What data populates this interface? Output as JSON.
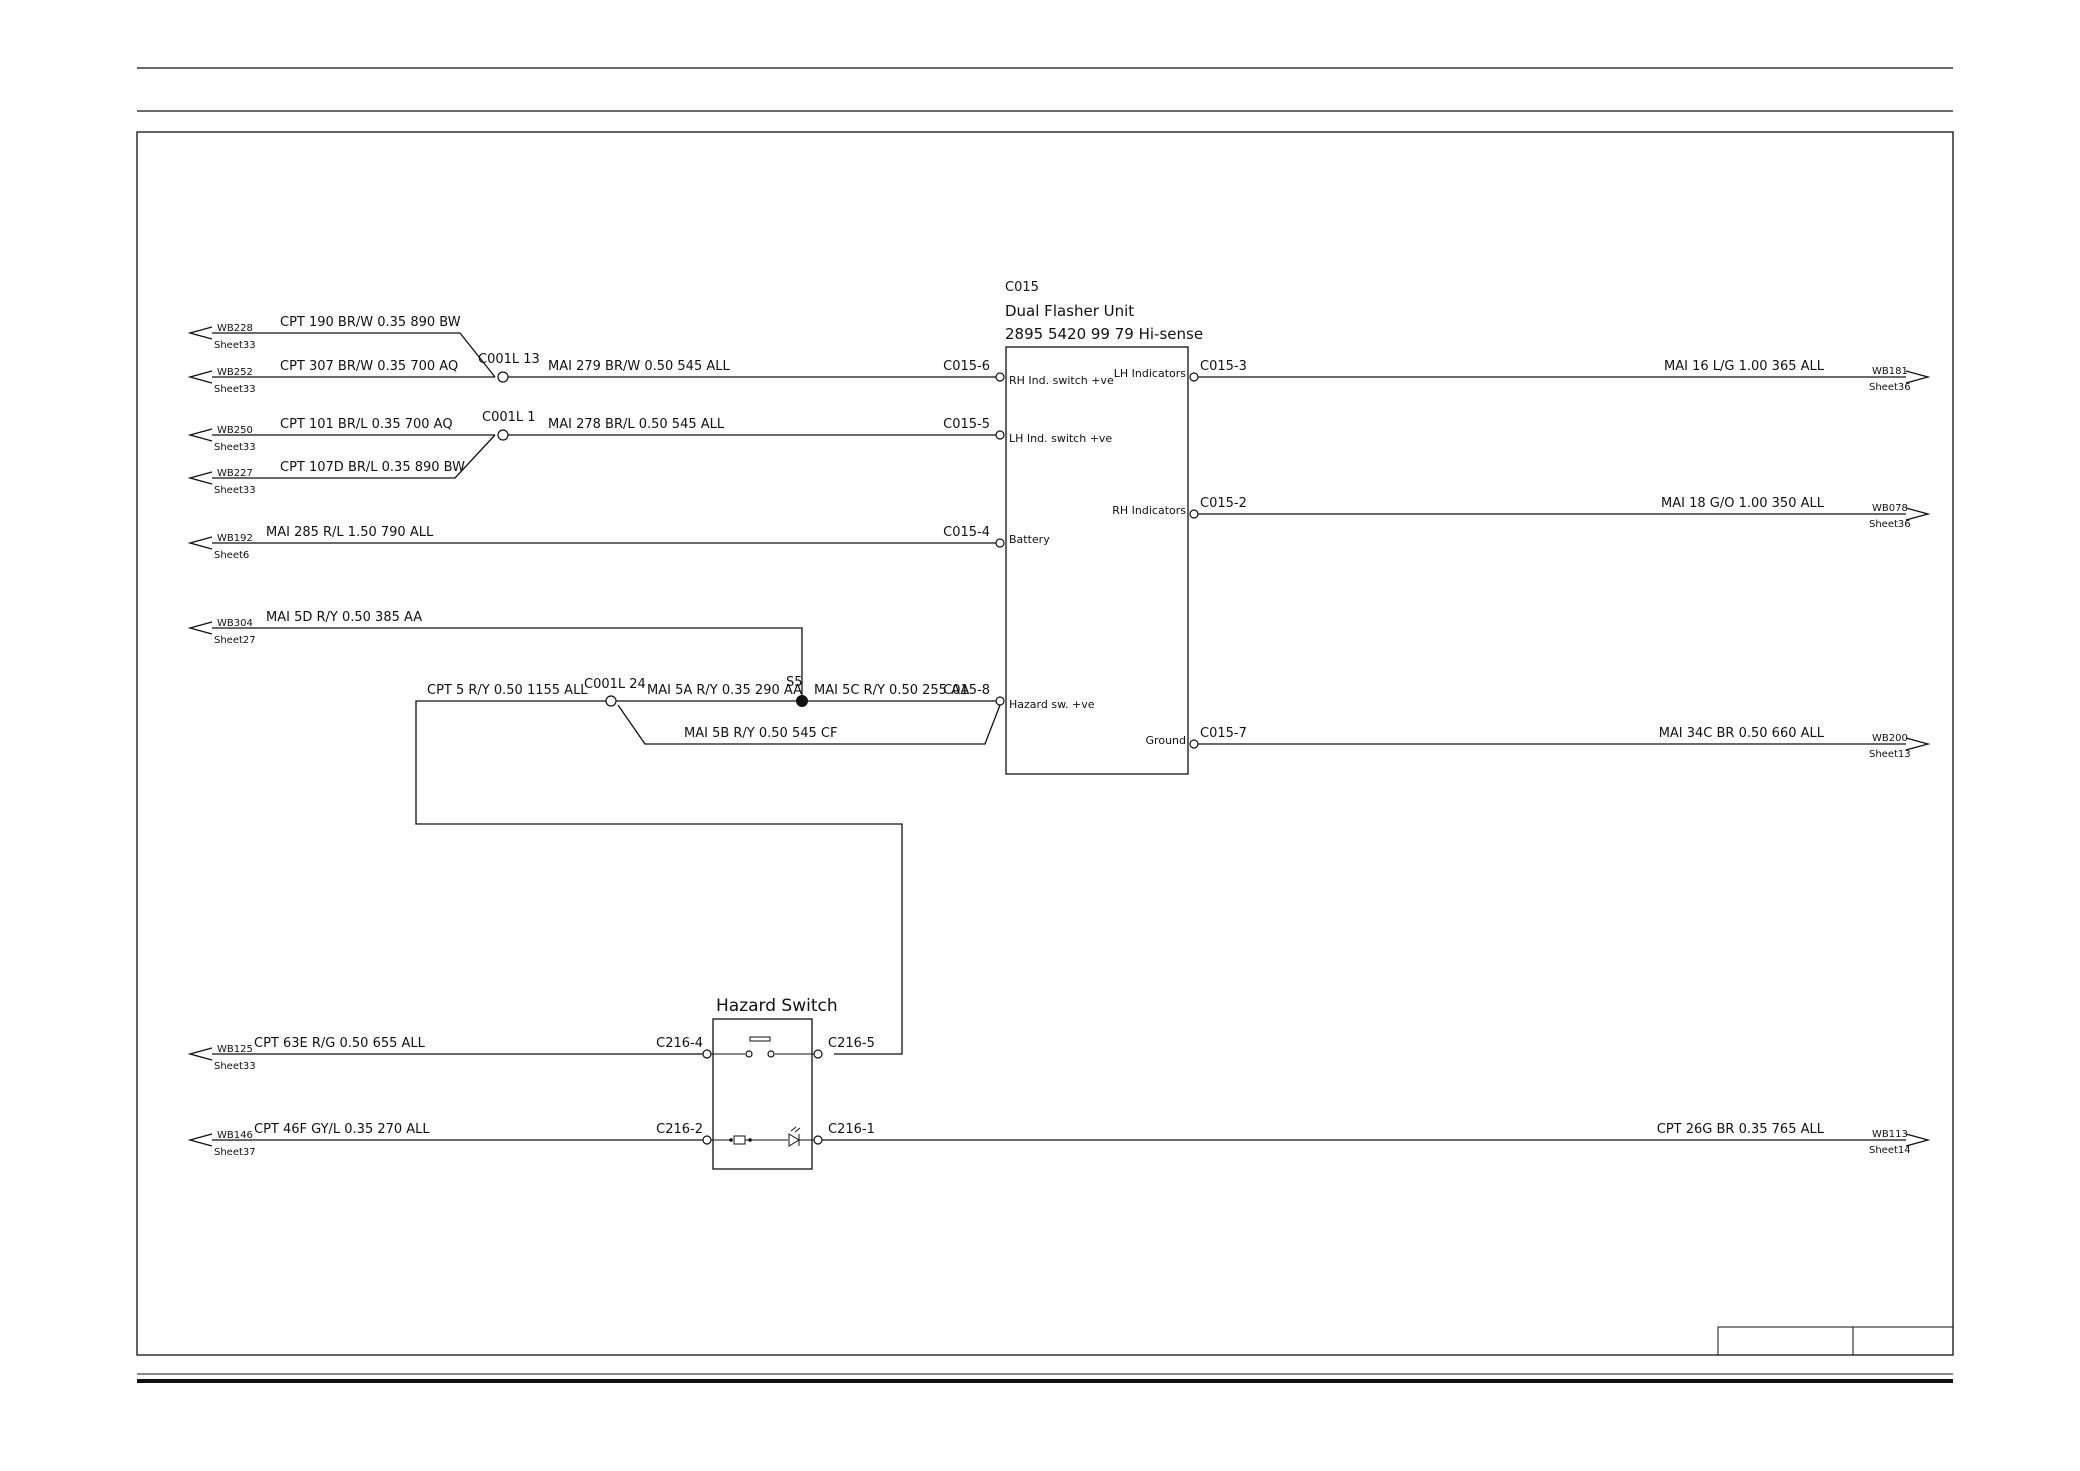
{
  "flasher": {
    "ref": "C015",
    "name": "Dual Flasher Unit",
    "part": "2895 5420 99 79 Hi-sense",
    "pins": {
      "rh_switch": "RH Ind. switch +ve",
      "lh_switch": "LH Ind. switch +ve",
      "battery": "Battery",
      "hazard": "Hazard sw. +ve",
      "lh_ind": "LH Indicators",
      "rh_ind": "RH Indicators",
      "ground": "Ground"
    },
    "conn": {
      "c6": "C015-6",
      "c5": "C015-5",
      "c4": "C015-4",
      "c8": "C015-8",
      "c3": "C015-3",
      "c2": "C015-2",
      "c7": "C015-7"
    }
  },
  "hazard_switch": {
    "title": "Hazard Switch",
    "conn": {
      "c4": "C216-4",
      "c5": "C216-5",
      "c2": "C216-2",
      "c1": "C216-1"
    }
  },
  "splices": {
    "c13": "C001L 13",
    "c1": "C001L 1",
    "c24": "C001L 24",
    "s5": "S5"
  },
  "offpage": [
    {
      "ref": "WB228",
      "sheet": "Sheet33"
    },
    {
      "ref": "WB252",
      "sheet": "Sheet33"
    },
    {
      "ref": "WB250",
      "sheet": "Sheet33"
    },
    {
      "ref": "WB227",
      "sheet": "Sheet33"
    },
    {
      "ref": "WB192",
      "sheet": "Sheet6"
    },
    {
      "ref": "WB304",
      "sheet": "Sheet27"
    },
    {
      "ref": "WB125",
      "sheet": "Sheet33"
    },
    {
      "ref": "WB146",
      "sheet": "Sheet37"
    },
    {
      "ref": "WB181",
      "sheet": "Sheet36"
    },
    {
      "ref": "WB078",
      "sheet": "Sheet36"
    },
    {
      "ref": "WB200",
      "sheet": "Sheet13"
    },
    {
      "ref": "WB113",
      "sheet": "Sheet14"
    }
  ],
  "wires": {
    "w228": "CPT 190 BR/W 0.35 890 BW",
    "w252": "CPT 307 BR/W 0.35 700 AQ",
    "w250": "CPT 101 BR/L 0.35 700 AQ",
    "w227": "CPT 107D BR/L 0.35 890 BW",
    "w192": "MAI 285 R/L 1.50 790 ALL",
    "w304": "MAI 5D R/Y 0.50 385 AA",
    "w279": "MAI  279 BR/W 0.50 545 ALL",
    "w278": "MAI 278 BR/L 0.50 545 ALL",
    "w5": "CPT  5 R/Y 0.50 1155 ALL",
    "w5a": "MAI 5A R/Y 0.35 290 AA",
    "w5c": "MAI 5C R/Y 0.50 255 AA",
    "w5b": "MAI 5B R/Y 0.50 545 CF",
    "w16": "MAI 16 L/G 1.00 365 ALL",
    "w18": "MAI 18 G/O 1.00 350 ALL",
    "w34": "MAI 34C BR 0.50 660 ALL",
    "w63": "CPT 63E R/G 0.50 655 ALL",
    "w46": "CPT 46F GY/L 0.35 270 ALL",
    "w26": "CPT 26G BR 0.35 765 ALL"
  }
}
